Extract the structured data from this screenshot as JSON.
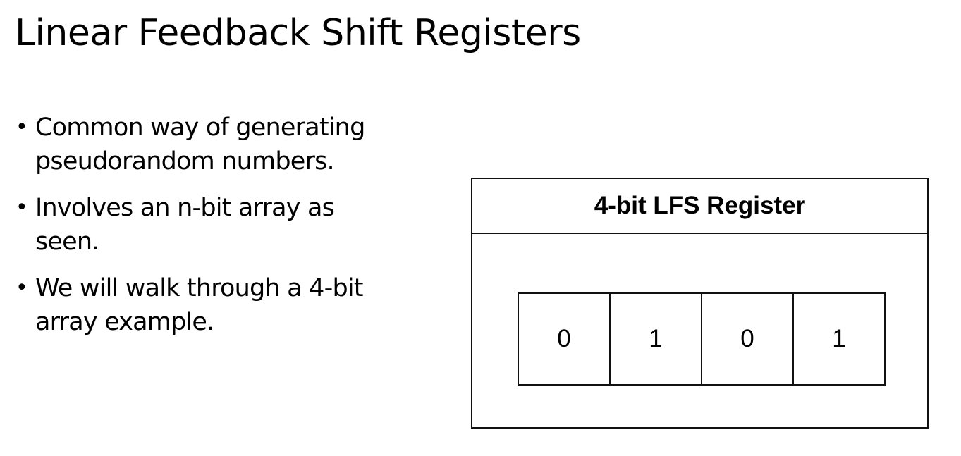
{
  "slide": {
    "title": "Linear Feedback Shift Registers",
    "bullets": [
      {
        "marker": "•",
        "text": "Common way of generating pseudorandom numbers."
      },
      {
        "marker": "•",
        "text": "Involves an n-bit array as seen."
      },
      {
        "marker": "•",
        "text": "We will walk through a 4-bit array example."
      }
    ]
  },
  "figure": {
    "title": "4-bit LFS Register",
    "bits": [
      "0",
      "1",
      "0",
      "1"
    ]
  }
}
